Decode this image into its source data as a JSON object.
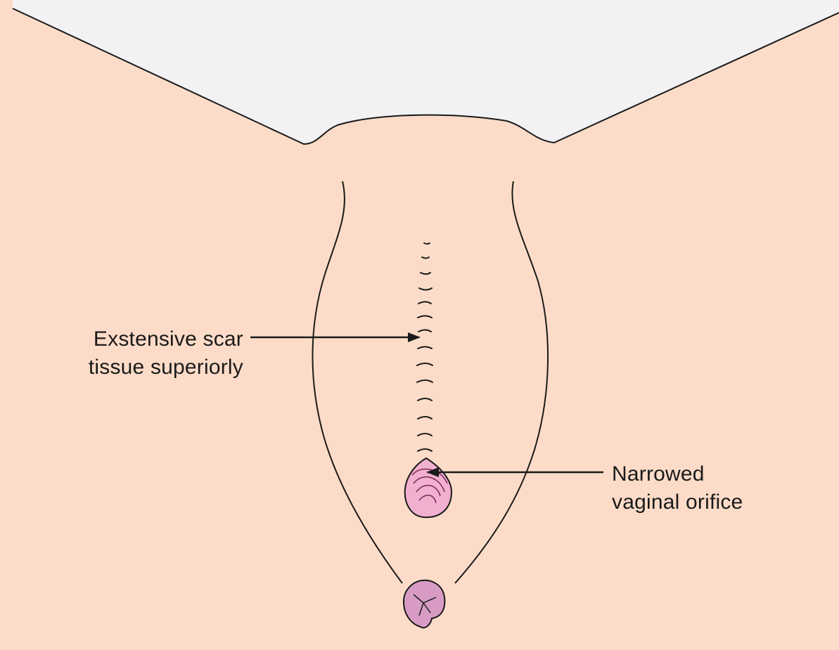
{
  "labels": {
    "scar_line1": "Exstensive scar",
    "scar_line2": "tissue superiorly",
    "orifice_line1": "Narrowed",
    "orifice_line2": "vaginal orifice"
  },
  "colors": {
    "skin": "#fcdcc8",
    "sky": "#f2f2f4",
    "outline": "#1a1a1a",
    "orifice_fill": "#f2b0d0",
    "anus_fill": "#d89cc4",
    "orifice_lines": "#7a2a55",
    "text": "#1a1a1a"
  }
}
